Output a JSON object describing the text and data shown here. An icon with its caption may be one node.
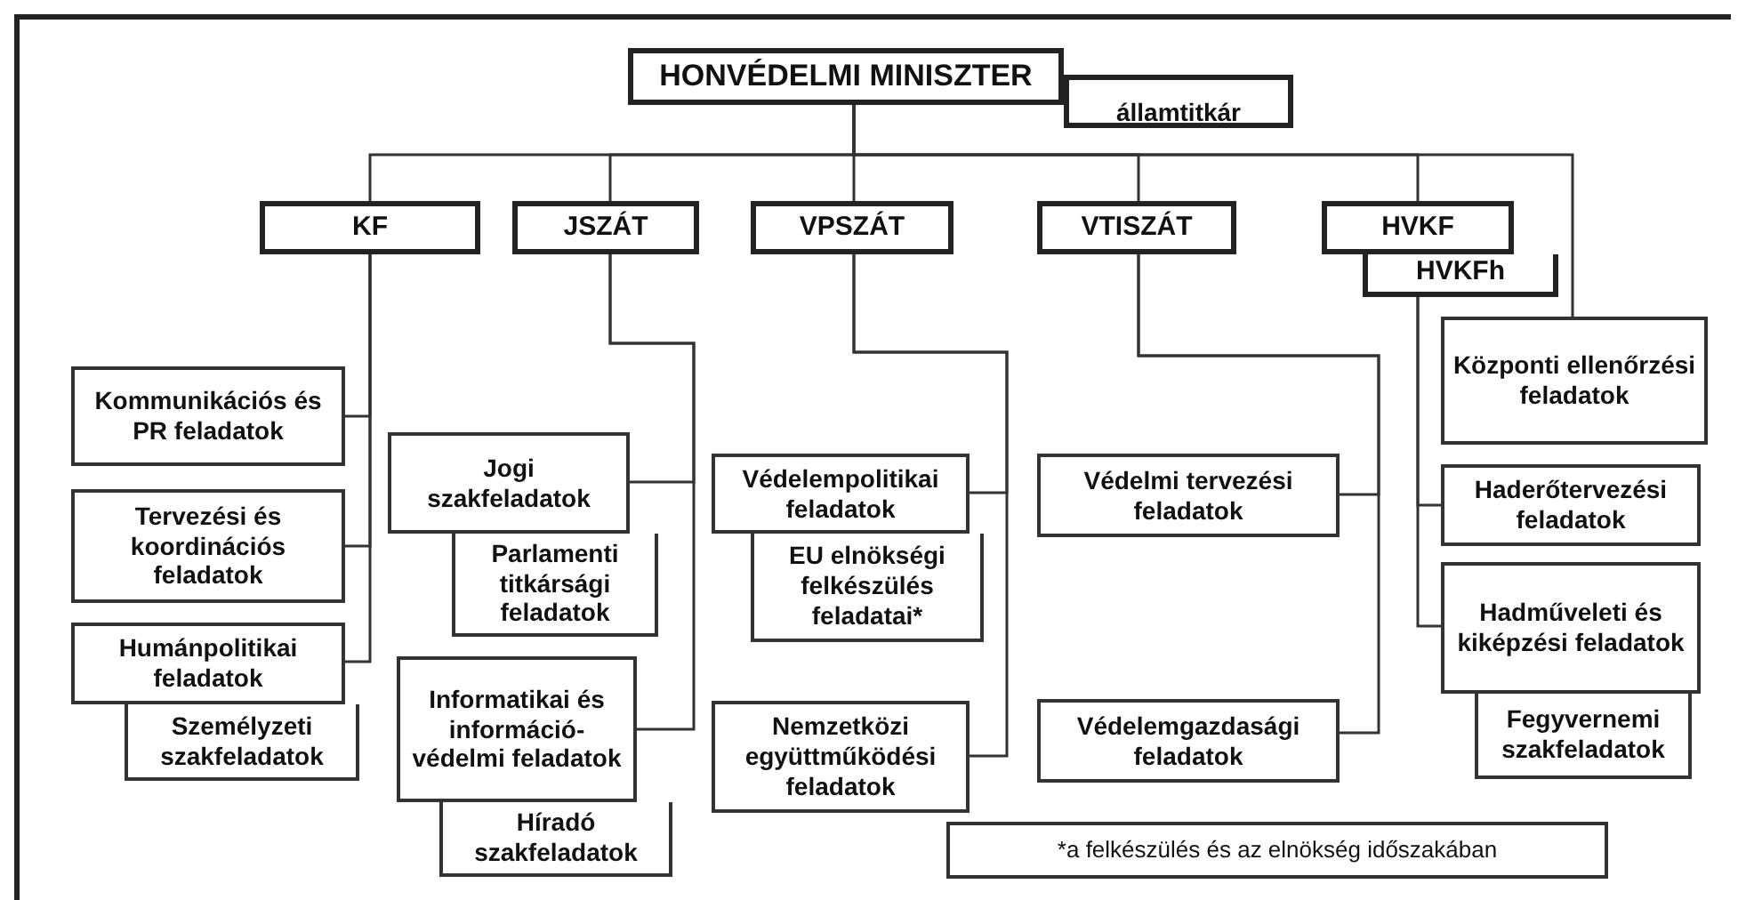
{
  "diagram": {
    "nodes": [
      {
        "text": [
          "HONVÉDELMI MINISZTER"
        ]
      },
      {
        "text": [
          "államtitkár"
        ]
      },
      {
        "text": [
          "KF"
        ]
      },
      {
        "text": [
          "JSZÁT"
        ]
      },
      {
        "text": [
          "VPSZÁT"
        ]
      },
      {
        "text": [
          "VTISZÁT"
        ]
      },
      {
        "text": [
          "HVKF"
        ]
      },
      {
        "text": [
          "HVKFh"
        ]
      },
      {
        "text": [
          "Kommunikációs és PR feladatok"
        ]
      },
      {
        "text": [
          "Tervezési és koordinációs feladatok"
        ]
      },
      {
        "text": [
          "Humánpolitikai feladatok"
        ]
      },
      {
        "text": [
          "Személyzeti szakfeladatok"
        ]
      },
      {
        "text": [
          "Jogi szakfeladatok"
        ]
      },
      {
        "text": [
          "Parlamenti titkársági feladatok"
        ]
      },
      {
        "text": [
          "Informatikai és információ-védelmi feladatok"
        ]
      },
      {
        "text": [
          "Híradó szakfeladatok"
        ]
      },
      {
        "text": [
          "Védelempolitikai feladatok"
        ]
      },
      {
        "text": [
          "EU elnökségi felkészülés feladatai*"
        ]
      },
      {
        "text": [
          "Nemzetközi együttműködési feladatok"
        ]
      },
      {
        "text": [
          "Védelmi tervezési feladatok"
        ]
      },
      {
        "text": [
          "Védelemgazdasági feladatok"
        ]
      },
      {
        "text": [
          "Központi ellenőrzési feladatok"
        ]
      },
      {
        "text": [
          "Haderőtervezési feladatok"
        ]
      },
      {
        "text": [
          "Hadműveleti és kiképzési feladatok"
        ]
      },
      {
        "text": [
          "Fegyvernemi szakfeladatok"
        ]
      },
      {
        "text": [
          "*a felkészülés és az elnökség időszakában"
        ]
      }
    ],
    "edges": [
      {
        "from": 0,
        "to": 2,
        "arrow": "none"
      },
      {
        "from": 0,
        "to": 3,
        "arrow": "none"
      },
      {
        "from": 0,
        "to": 4,
        "arrow": "none"
      },
      {
        "from": 0,
        "to": 5,
        "arrow": "none"
      },
      {
        "from": 0,
        "to": 6,
        "arrow": "none"
      },
      {
        "from": 0,
        "to": 21,
        "arrow": "none"
      },
      {
        "from": 2,
        "to": 8,
        "arrow": "none"
      },
      {
        "from": 2,
        "to": 9,
        "arrow": "none"
      },
      {
        "from": 2,
        "to": 10,
        "arrow": "none"
      },
      {
        "from": 3,
        "to": 12,
        "arrow": "none"
      },
      {
        "from": 3,
        "to": 14,
        "arrow": "none"
      },
      {
        "from": 4,
        "to": 16,
        "arrow": "none"
      },
      {
        "from": 4,
        "to": 18,
        "arrow": "none"
      },
      {
        "from": 5,
        "to": 19,
        "arrow": "none"
      },
      {
        "from": 5,
        "to": 20,
        "arrow": "none"
      },
      {
        "from": 7,
        "to": 22,
        "arrow": "none"
      },
      {
        "from": 7,
        "to": 23,
        "arrow": "none"
      }
    ]
  }
}
